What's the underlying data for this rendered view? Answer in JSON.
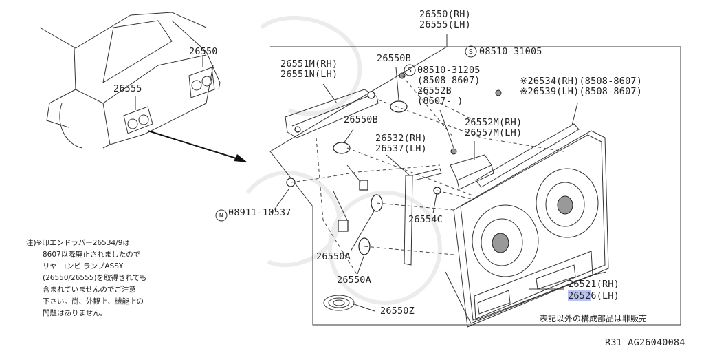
{
  "labels": {
    "car_26550": "26550",
    "car_26555": "26555",
    "top_rh": "26550(RH)",
    "top_lh": "26555(LH)",
    "p26551m": "26551M(RH)",
    "p26551n": "26551N(LH)",
    "p26550b_top": "26550B",
    "screw_08510_31005": "08510-31005",
    "screw_08510_31205": "08510-31205",
    "screw_31205_date": "(8508-8607)",
    "p26552b": "26552B",
    "p26552b_date": "(8607-   )",
    "p26534": "※26534(RH)(8508-8607)",
    "p26539": "※26539(LH)(8508-8607)",
    "p26550b_mid": "26550B",
    "p26552m": "26552M(RH)",
    "p26557m": "26557M(LH)",
    "p26532": "26532(RH)",
    "p26537": "26537(LH)",
    "nut_08911": "08911-10537",
    "p26554c": "26554C",
    "p26550a_1": "26550A",
    "p26550a_2": "26550A",
    "p26521": "26521(RH)",
    "p26526_hl": "2652",
    "p26526_rest": "6(LH)",
    "p26550z": "26550Z",
    "not_sold": "表記以外の構成部品は非販売",
    "footer_code": "R31  AG26040084",
    "symbol_s": "S",
    "symbol_n": "N"
  },
  "note": [
    "注)※印エンドラバー26534/9は",
    "8607以降廃止されましたので",
    "リヤ コンビ ランプASSY",
    "(26550/26555)を取得されても",
    "含まれていませんのでご注意",
    "下さい。尚、外観上、機能上の",
    "問題はありません。"
  ],
  "colors": {
    "highlight": "#b9c4f2",
    "line": "#333333"
  }
}
